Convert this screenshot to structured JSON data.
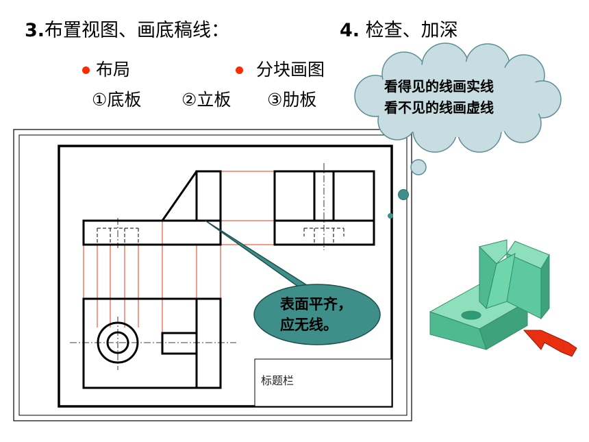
{
  "heading": {
    "step3_num": "3.",
    "step3_text": "布置视图、画底稿线：",
    "step4_num": "4.",
    "step4_text": "检查、加深"
  },
  "bullets": {
    "layout": "布局",
    "blocks": "分块画图",
    "parts": [
      "①底板",
      "②立板",
      "③肋板"
    ]
  },
  "cloud_callout": {
    "line1": "看得见的线画实线",
    "line2": "看不见的线画虚线"
  },
  "speech_callout": {
    "line1": "表面平齐，",
    "line2": "应无线。"
  },
  "drawing": {
    "title_block_label": "标题栏"
  },
  "colors": {
    "bullet_red": "#ff2a00",
    "projection_line_red": "#e8381a",
    "callout_fill": "#3e8f8a",
    "cloud_fill": "#c7dde2",
    "model_green": "#5cc9a0",
    "arrow_red": "#e83010"
  }
}
